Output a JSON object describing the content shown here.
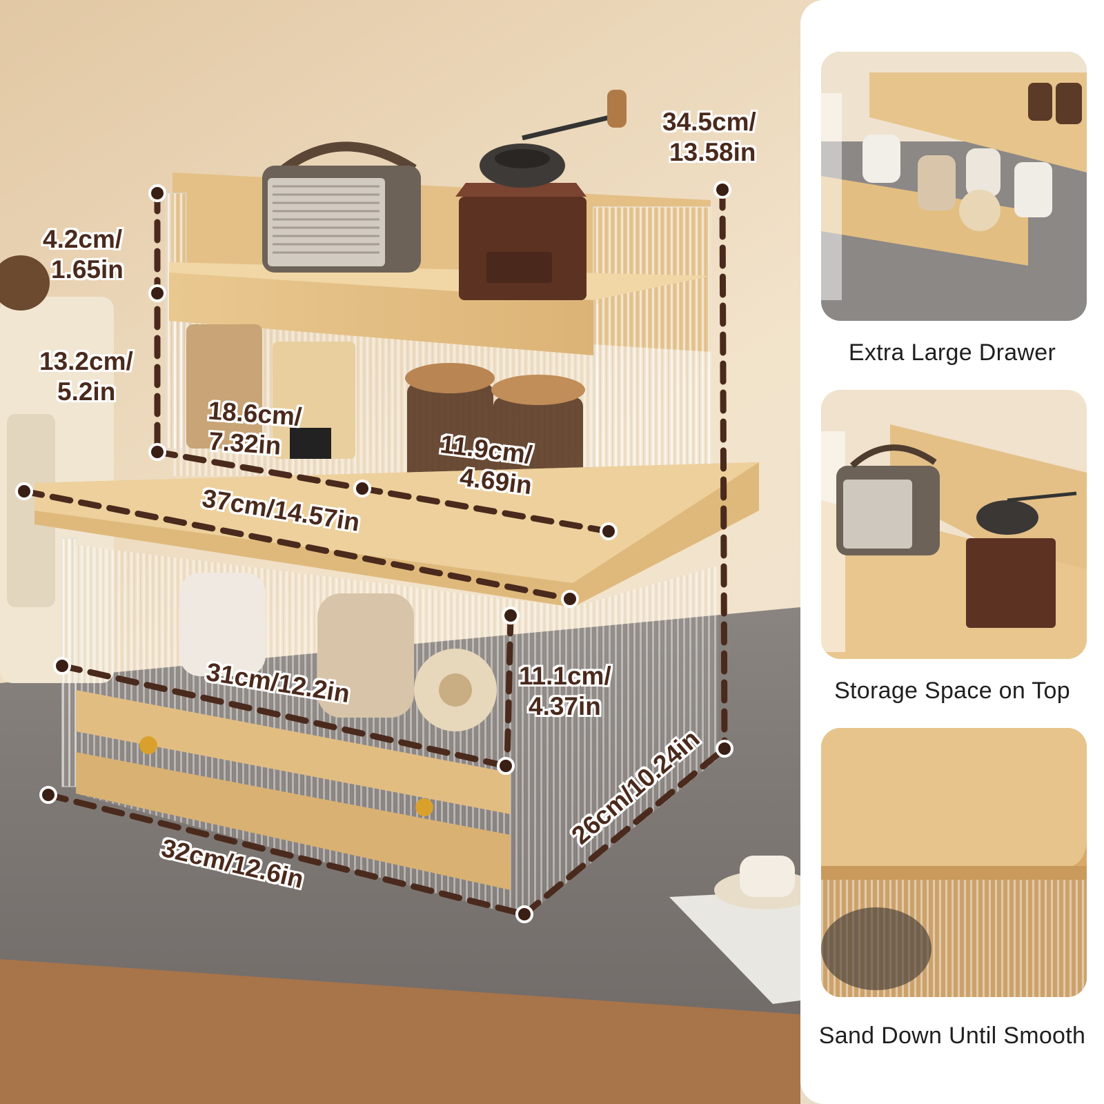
{
  "dimensions": {
    "top_height": [
      "34.5cm/",
      "13.58in"
    ],
    "rail_height": [
      "4.2cm/",
      "1.65in"
    ],
    "upper_height": [
      "13.2cm/",
      "5.2in"
    ],
    "upper_compartment_width": [
      "18.6cm/",
      "7.32in"
    ],
    "upper_compartment_depth": [
      "11.9cm/",
      "4.69in"
    ],
    "middle_width": "37cm/14.57in",
    "lower_inner_width": "31cm/12.2in",
    "lower_height": [
      "11.1cm/",
      "4.37in"
    ],
    "base_width": "32cm/12.6in",
    "base_depth": "26cm/10.24in"
  },
  "features": [
    {
      "caption": "Extra Large Drawer"
    },
    {
      "caption": "Storage Space on Top"
    },
    {
      "caption": "Sand Down Until Smooth"
    }
  ],
  "colors": {
    "wood": "#e7c387",
    "wood_dark": "#c99a55",
    "dim_line": "#4a2a1c",
    "countertop": "#7b7572",
    "wall": "#ead9bf"
  }
}
